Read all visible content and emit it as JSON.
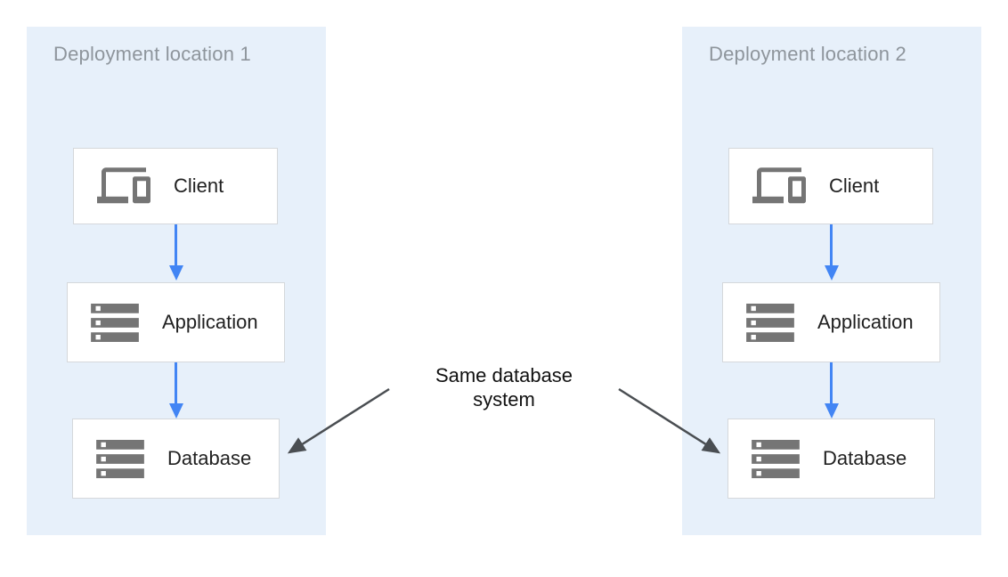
{
  "diagram": {
    "panels": [
      {
        "title": "Deployment location 1",
        "nodes": [
          {
            "label": "Client",
            "icon": "devices-icon"
          },
          {
            "label": "Application",
            "icon": "server-stack-icon"
          },
          {
            "label": "Database",
            "icon": "server-stack-icon"
          }
        ]
      },
      {
        "title": "Deployment location 2",
        "nodes": [
          {
            "label": "Client",
            "icon": "devices-icon"
          },
          {
            "label": "Application",
            "icon": "server-stack-icon"
          },
          {
            "label": "Database",
            "icon": "server-stack-icon"
          }
        ]
      }
    ],
    "connector": {
      "label": "Same database system"
    },
    "colors": {
      "panel_bg": "#e7f0fa",
      "flow_arrow": "#4285f4",
      "annotation_arrow": "#4a4e52",
      "node_border": "#d5d8db",
      "node_bg": "#ffffff",
      "icon_gray": "#757575",
      "panel_title_text": "#8e959c",
      "node_label_text": "#212121",
      "annotation_text": "#111111"
    }
  }
}
